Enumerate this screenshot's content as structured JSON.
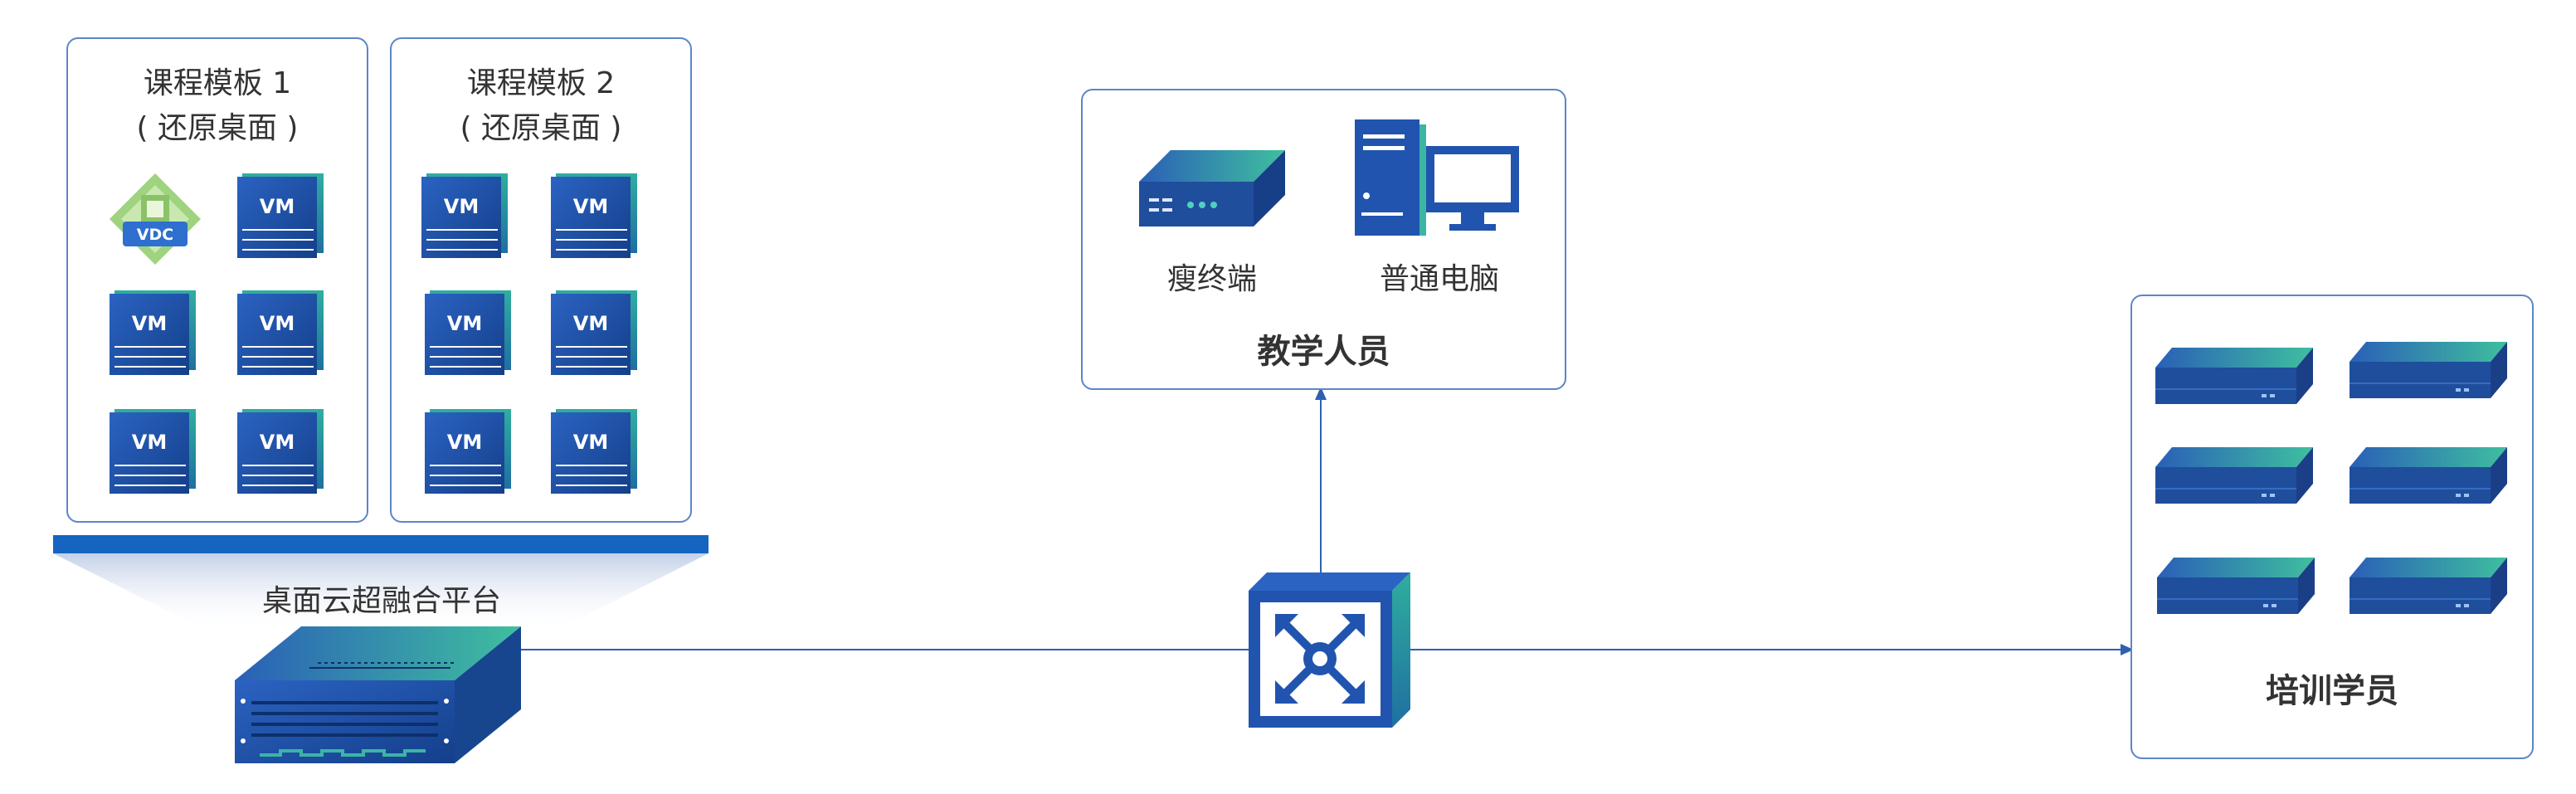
{
  "template1": {
    "title": "课程模板 1",
    "subtitle": "( 还原桌面 )",
    "vdc_label": "VDC",
    "vm_label": "VM"
  },
  "template2": {
    "title": "课程模板 2",
    "subtitle": "( 还原桌面 )",
    "vm_label": "VM"
  },
  "platform": {
    "label": "桌面云超融合平台"
  },
  "teachers": {
    "title": "教学人员",
    "thin_client": "瘦终端",
    "pc": "普通电脑"
  },
  "trainees": {
    "title": "培训学员"
  },
  "icons": {
    "vm": "vm-icon",
    "vdc": "vdc-icon",
    "server": "server-icon",
    "switch": "switch-icon",
    "thin_client": "thin-client-icon",
    "pc": "desktop-pc-icon",
    "terminal": "terminal-device-icon"
  },
  "colors": {
    "border": "#5b86c9",
    "line": "#2f5fb3",
    "dark_blue": "#1f4e9c",
    "teal": "#3bb5a5",
    "bar": "#1565c0"
  }
}
